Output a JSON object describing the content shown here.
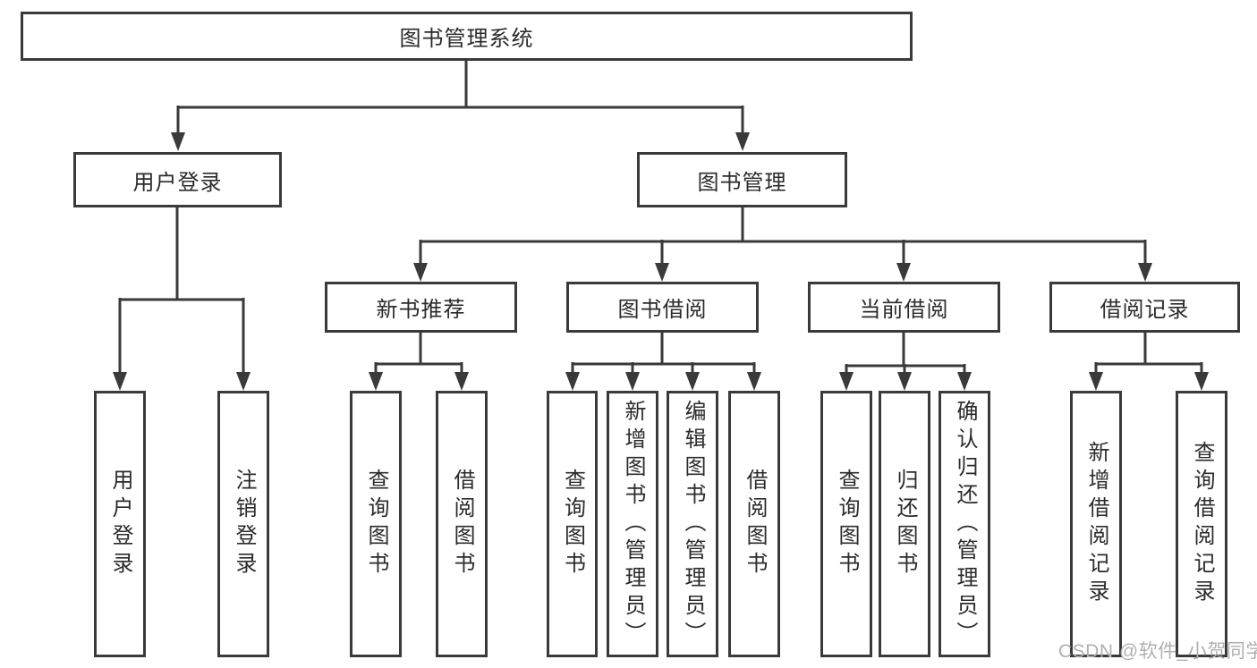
{
  "diagram": {
    "watermark": "CSDN @软件_小贺同学",
    "colors": {
      "line": "#3a3a3a",
      "text": "#2b2b2b",
      "background": "#ffffff",
      "watermark": "#b0b0b0"
    },
    "tree": {
      "label": "图书管理系统",
      "children": [
        {
          "label": "用户登录",
          "children": [
            {
              "label": "用户登录"
            },
            {
              "label": "注销登录"
            }
          ]
        },
        {
          "label": "图书管理",
          "children": [
            {
              "label": "新书推荐",
              "children": [
                {
                  "label": "查询图书"
                },
                {
                  "label": "借阅图书"
                }
              ]
            },
            {
              "label": "图书借阅",
              "children": [
                {
                  "label": "查询图书"
                },
                {
                  "label": "新增图书（管理员）"
                },
                {
                  "label": "编辑图书（管理员）"
                },
                {
                  "label": "借阅图书"
                }
              ]
            },
            {
              "label": "当前借阅",
              "children": [
                {
                  "label": "查询图书"
                },
                {
                  "label": "归还图书"
                },
                {
                  "label": "确认归还（管理员）"
                }
              ]
            },
            {
              "label": "借阅记录",
              "children": [
                {
                  "label": "新增借阅记录"
                },
                {
                  "label": "查询借阅记录"
                }
              ]
            }
          ]
        }
      ]
    }
  }
}
